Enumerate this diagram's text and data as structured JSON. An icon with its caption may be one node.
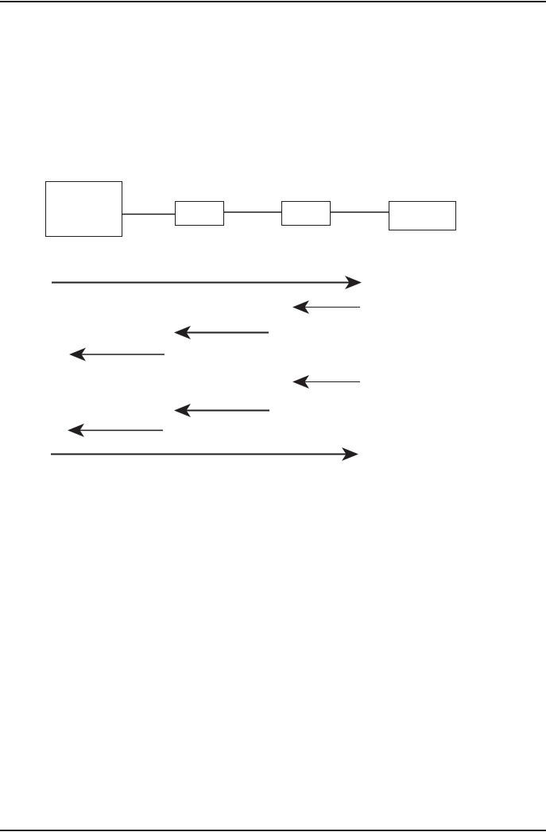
{
  "diagram": {
    "nodes": [
      {
        "text": [],
        "shape": "box"
      },
      {
        "text": [],
        "shape": "box"
      },
      {
        "text": [],
        "shape": "box"
      },
      {
        "text": [],
        "shape": "box"
      }
    ],
    "edges": [
      {
        "from": 0,
        "to": 1,
        "arrow": "none"
      },
      {
        "from": 1,
        "to": 2,
        "arrow": "none"
      },
      {
        "from": 2,
        "to": 3,
        "arrow": "none"
      }
    ]
  }
}
